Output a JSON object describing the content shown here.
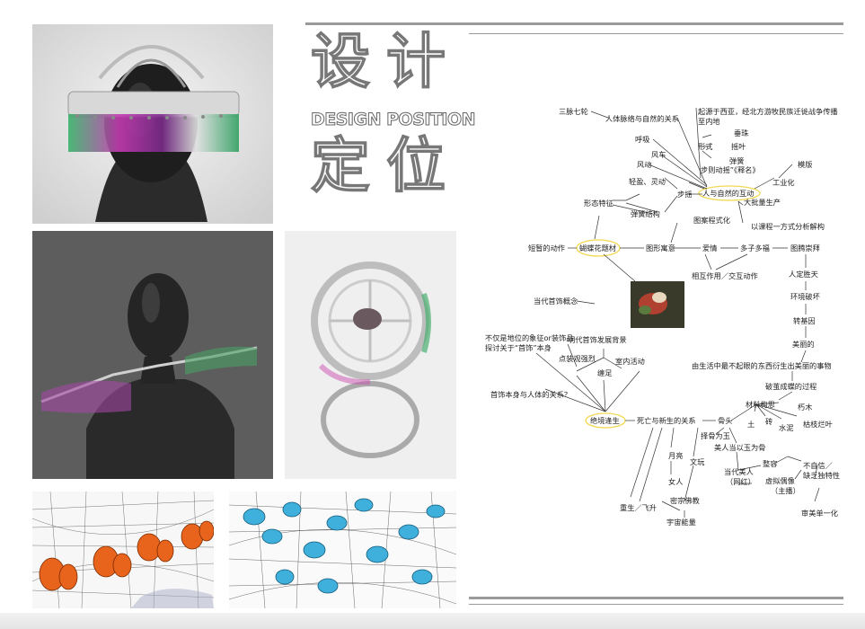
{
  "title": {
    "line1": "设计",
    "english": "DESIGN POSITION",
    "line2": "定位"
  },
  "mindmap": {
    "nodes": {
      "sanmai": "三脉七轮",
      "renti_ziran": "人体脉络与自然的关系",
      "qiyuan": "起源于西亚，经北方游牧民族迁徙战争传播",
      "qiyuan2": "至内地",
      "huxi": "呼吸",
      "xingshi": "形式",
      "chuizhu": "垂珠",
      "yaoye": "摇叶",
      "fengche": "风车",
      "fengdong": "风动",
      "tanhuang1": "弹簧",
      "buze": "步则动摇”《释名》",
      "moban": "模版",
      "qingying": "轻盈、灵动",
      "gongyehua": "工业化",
      "buyao": "步摇",
      "ren_ziran_hudong": "人与自然的互动",
      "xingtai": "形态特征",
      "piliang": "大批量生产",
      "tanhuang_jiegou": "弹簧结构",
      "tuanchengshi": "图案程式化",
      "keti": "以课程一方式分析解构",
      "duanzan": "短暂的动作",
      "hudie": "蝴蝶花题材",
      "tuxing": "图形寓意",
      "aiqing": "爱情",
      "duozi": "多子多福",
      "tuteng": "图腾崇拜",
      "xianghu": "相互作用／交互动作",
      "rending": "人定胜天",
      "dangdai": "当代首饰概念",
      "huanjing": "环境破坏",
      "zhuanjiyin": "转基因",
      "bujinshi": "不仅是地位的象征or装饰品",
      "tantao": "探讨关于“首饰”本身",
      "mingdai": "明代首饰发展背景",
      "meili": "美丽的",
      "dianzhuang": "点装观强烈",
      "shinei": "室内活动",
      "zhiqie": "缠足",
      "youcong": "由生活中最不起眼的东西衍生出美丽的事物",
      "pojian": "破茧成蝶的过程",
      "shoushi_renti": "首饰本身与人体的关系？",
      "cailiao": "材料构思",
      "xiumu": "朽木",
      "tu": "土",
      "zhuan": "砖",
      "shuini": "水泥",
      "kuzhi": "枯枝烂叶",
      "juejing": "绝境逢生",
      "siwang": "死亡与新生的关系",
      "gutou": "骨头",
      "zeshe": "择骨为玉",
      "meiren_yu": "美人当以玉为骨",
      "yueliang": "月亮",
      "wenwan": "文玩",
      "zhengrong": "整容",
      "bu_zixin": "不自信／",
      "quefa": "缺乏独特性",
      "nvren": "女人",
      "dangdai_meiren": "当代美人",
      "wanghong": "（网红）",
      "xuni": "虚拟偶像",
      "zhubo": "（主播）",
      "micong": "密宗佛教",
      "chongsheng": "重生／飞升",
      "yuzhou": "宇宙能量",
      "shenmei": "审美单一化"
    }
  },
  "colors": {
    "rule": "#9a9a9a",
    "highlight": "#f0d850",
    "photo_bg_light": "#e8e8e8",
    "photo_bg_dark": "#5a5a5a"
  }
}
